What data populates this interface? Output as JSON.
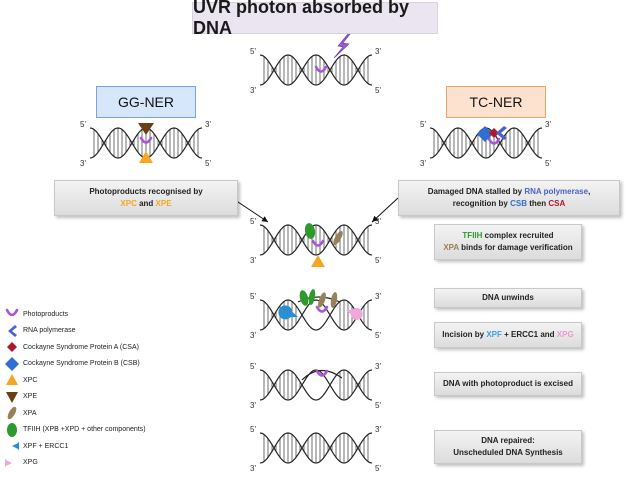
{
  "title": "UVR photon absorbed by DNA",
  "pathways": {
    "gg": "GG-NER",
    "tc": "TC-NER"
  },
  "strand_labels": {
    "five": "5'",
    "three": "3'"
  },
  "gg_step": {
    "line1": "Photoproducts recognised by",
    "xpc": "XPC",
    "and": " and ",
    "xpe": "XPE"
  },
  "tc_step": {
    "line1a": "Damaged DNA stalled by ",
    "rnap": "RNA polymerase",
    "line1b": ",",
    "line2a": "recognition by ",
    "csb": "CSB",
    "then": " then ",
    "csa": "CSA"
  },
  "steps": {
    "tfiih": {
      "tfiih": "TFIIH",
      "rest1": " complex recruited",
      "xpa": "XPA",
      "rest2": " binds for damage verification"
    },
    "unwind": "DNA unwinds",
    "incision": {
      "pre": "Incision by ",
      "xpf": "XPF",
      "mid": " + ERCC1 and ",
      "xpg": "XPG"
    },
    "excised": "DNA with photoproduct is excised",
    "repaired": {
      "line1": "DNA repaired:",
      "line2": "Unscheduled DNA Synthesis"
    }
  },
  "legend": [
    {
      "icon": "photoproduct-icon",
      "label": "Photoproducts",
      "color": "#a855d8"
    },
    {
      "icon": "rna-polymerase-icon",
      "label": "RNA polymerase",
      "color": "#4a63c9"
    },
    {
      "icon": "csa-icon",
      "label": "Cockayne Syndrome Protein A (CSA)",
      "color": "#b0182e"
    },
    {
      "icon": "csb-icon",
      "label": "Cockayne Syndrome Protein B (CSB)",
      "color": "#2e6fd1"
    },
    {
      "icon": "xpc-icon",
      "label": "XPC",
      "color": "#f5a623"
    },
    {
      "icon": "xpe-icon",
      "label": "XPE",
      "color": "#6b3f14"
    },
    {
      "icon": "xpa-icon",
      "label": "XPA",
      "color": "#9a8058"
    },
    {
      "icon": "tfiih-icon",
      "label": "TFIIH (XPB +XPD + other components)",
      "color": "#2e9a2e"
    },
    {
      "icon": "xpf-ercc1-icon",
      "label": "XPF + ERCC1",
      "color": "#2a8fd0"
    },
    {
      "icon": "xpg-icon",
      "label": "XPG",
      "color": "#f0a8d8"
    }
  ]
}
